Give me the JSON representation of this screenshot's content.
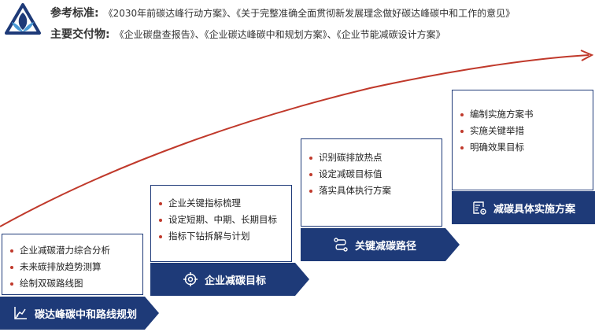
{
  "header": {
    "ref_label": "参考标准:",
    "ref_value": "《2030年前碳达峰行动方案》、《关于完整准确全面贯彻新发展理念做好碳达峰碳中和工作的意见》",
    "deliv_label": "主要交付物:",
    "deliv_value": "《企业碳盘查报告》、《企业碳达峰碳中和规划方案》、《企业节能减碳设计方案》"
  },
  "steps": [
    {
      "title": "碳达峰碳中和路线规划",
      "icon": "chart-ruler-icon",
      "items": [
        "企业减碳潜力综合分析",
        "未来碳排放趋势测算",
        "绘制双碳路线图"
      ]
    },
    {
      "title": "企业减碳目标",
      "icon": "target-icon",
      "items": [
        "企业关键指标梳理",
        "设定短期、中期、长期目标",
        "指标下钻拆解与计划"
      ]
    },
    {
      "title": "关键减碳路径",
      "icon": "path-icon",
      "items": [
        "识别碳排放热点",
        "设定减碳目标值",
        "落实具体执行方案"
      ]
    },
    {
      "title": "减碳具体实施方案",
      "icon": "document-gear-icon",
      "items": [
        "编制实施方案书",
        "实施关键举措",
        "明确效果目标"
      ]
    }
  ],
  "colors": {
    "navy": "#1e3a78",
    "accent": "#c0392b",
    "bullet": "#c0392b"
  }
}
